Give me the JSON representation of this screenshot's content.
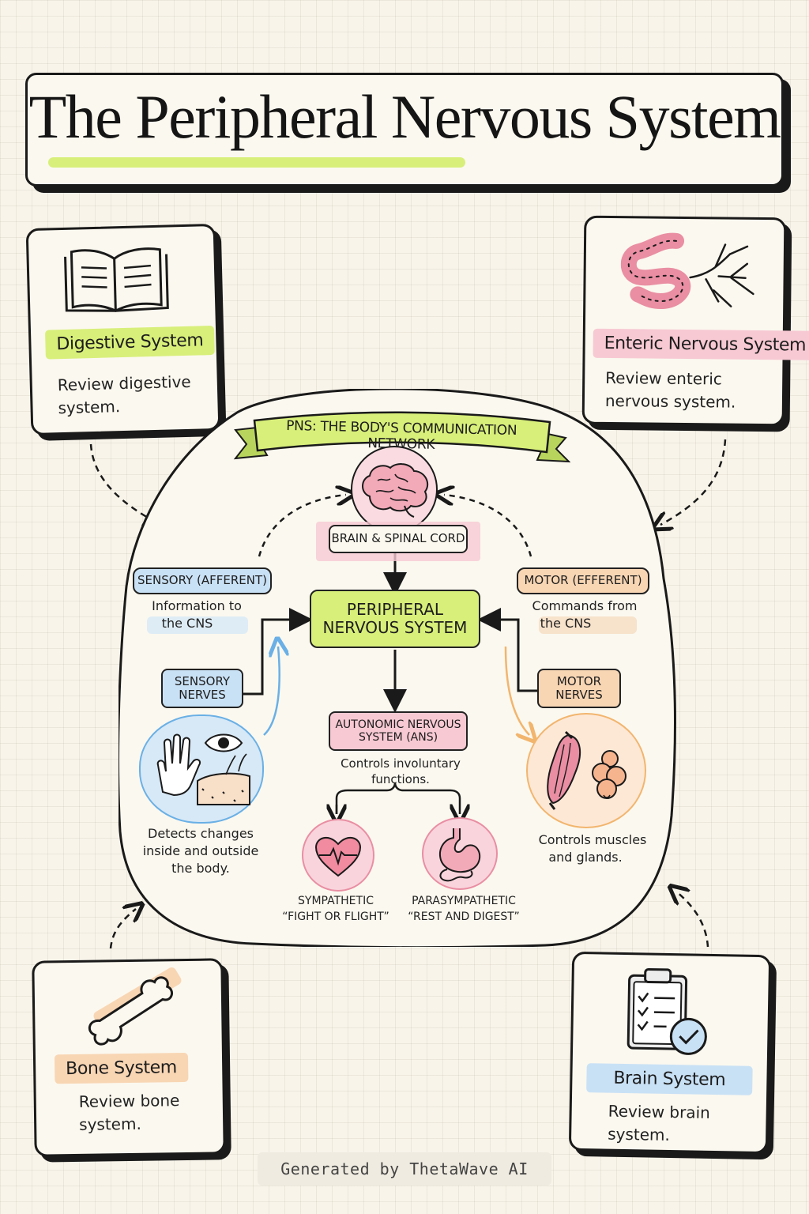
{
  "title": "The Peripheral Nervous System",
  "cards": {
    "digestive": {
      "label": "Digestive System",
      "desc_1": "Review digestive",
      "desc_2": "system."
    },
    "enteric": {
      "label": "Enteric Nervous System",
      "desc_1": "Review enteric",
      "desc_2": "nervous system."
    },
    "bone": {
      "label": "Bone System",
      "desc_1": "Review bone",
      "desc_2": "system."
    },
    "brain": {
      "label": "Brain System",
      "desc_1": "Review brain",
      "desc_2": "system."
    }
  },
  "network": {
    "banner": "PNS: THE BODY'S COMMUNICATION NETWORK",
    "brain_spinal": "BRAIN & SPINAL CORD",
    "pns_1": "PERIPHERAL",
    "pns_2": "NERVOUS SYSTEM",
    "sensory_afferent": "SENSORY (AFFERENT)",
    "sensory_info_1": "Information to",
    "sensory_info_2": "the CNS",
    "motor_efferent": "MOTOR (EFFERENT)",
    "motor_info_1": "Commands from",
    "motor_info_2": "the CNS",
    "sensory_nerves_1": "SENSORY",
    "sensory_nerves_2": "NERVES",
    "motor_nerves_1": "MOTOR",
    "motor_nerves_2": "NERVES",
    "ans_1": "AUTONOMIC NERVOUS",
    "ans_2": "SYSTEM (ANS)",
    "ans_desc_1": "Controls involuntary",
    "ans_desc_2": "functions.",
    "detects_1": "Detects changes",
    "detects_2": "inside and outside",
    "detects_3": "the body.",
    "controls_1": "Controls muscles",
    "controls_2": "and glands.",
    "sympathetic_1": "SYMPATHETIC",
    "sympathetic_2": "“FIGHT OR FLIGHT”",
    "parasympathetic_1": "PARASYMPATHETIC",
    "parasympathetic_2": "“REST AND DIGEST”"
  },
  "footer": "Generated by ThetaWave AI",
  "colors": {
    "lime": "#d8ef7a",
    "pink": "#f7c9d3",
    "peach": "#f8d6b4",
    "blue": "#c9e1f5",
    "ink": "#1a1a1a",
    "paper": "#f8f4ea"
  }
}
